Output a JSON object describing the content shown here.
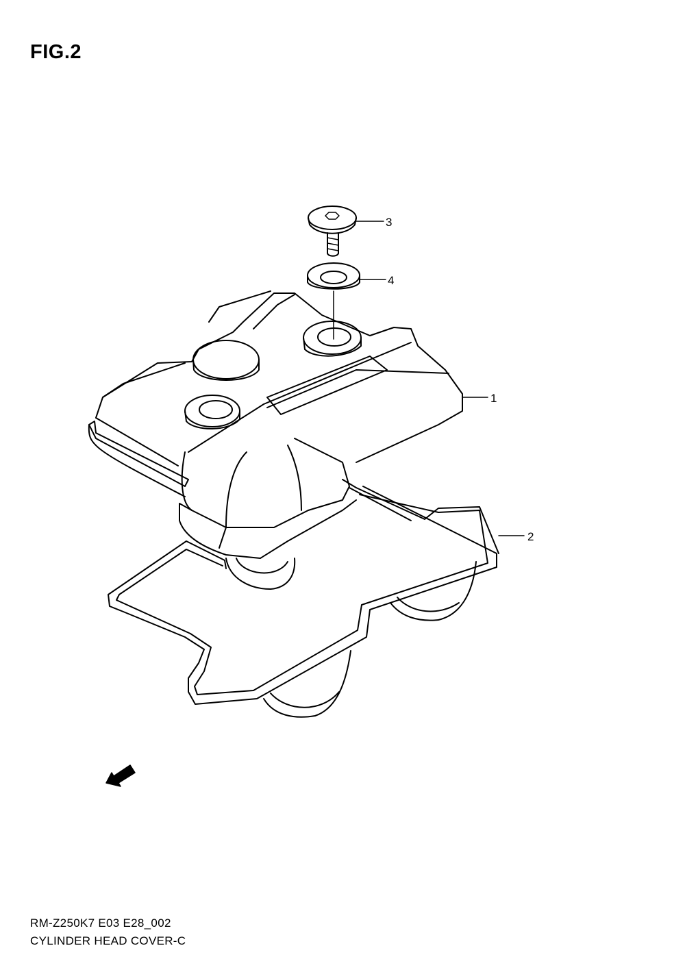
{
  "figure": {
    "title": "FIG.2"
  },
  "callouts": [
    {
      "id": "callout-1",
      "number": "1"
    },
    {
      "id": "callout-2",
      "number": "2"
    },
    {
      "id": "callout-3",
      "number": "3"
    },
    {
      "id": "callout-4",
      "number": "4"
    }
  ],
  "fwd_indicator": {
    "label": "FWD"
  },
  "footer": {
    "model_code": "RM-Z250K7 E03 E28_002",
    "caption": "CYLINDER HEAD COVER-C"
  }
}
